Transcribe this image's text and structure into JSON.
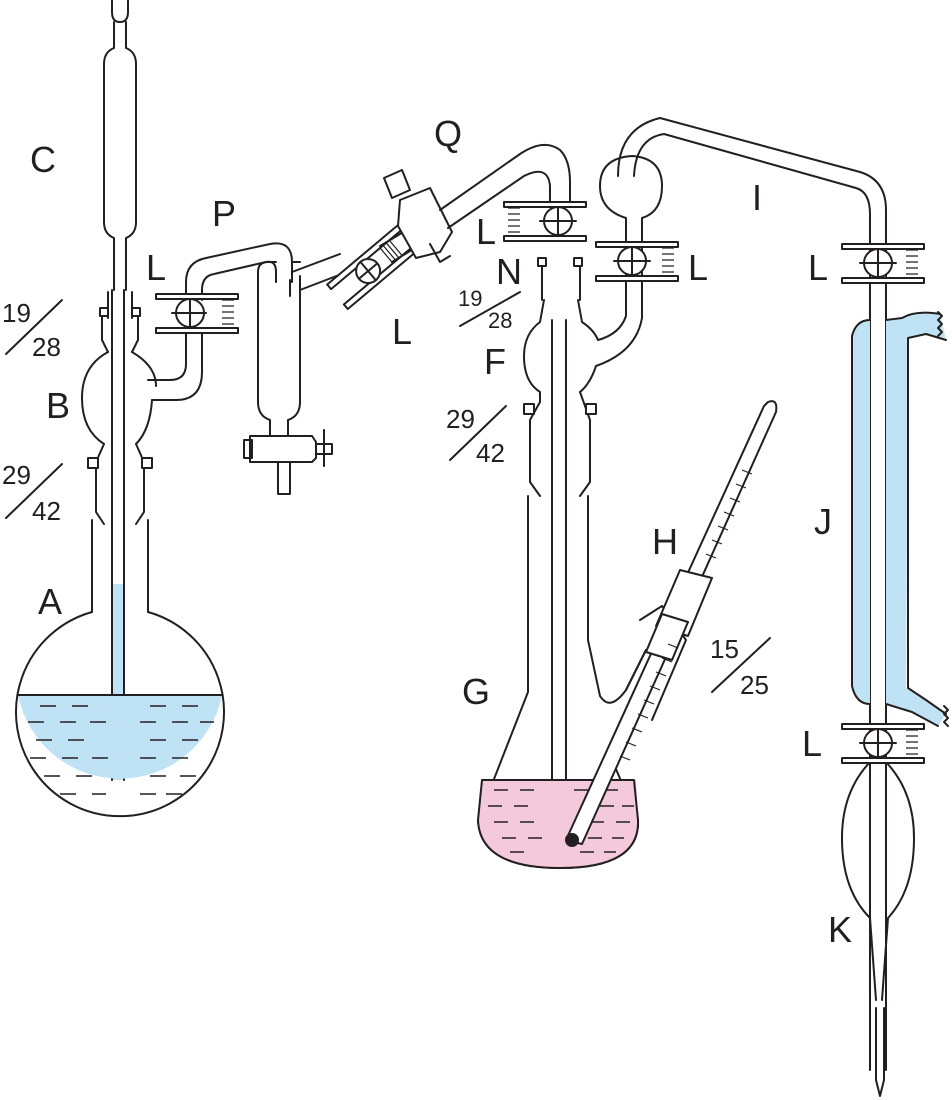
{
  "labels": {
    "A": "A",
    "B": "B",
    "C": "C",
    "F": "F",
    "G": "G",
    "H": "H",
    "I": "I",
    "J": "J",
    "K": "K",
    "N": "N",
    "P": "P",
    "Q": "Q",
    "L": "L"
  },
  "joints": [
    {
      "top": "19",
      "bottom": "28"
    },
    {
      "top": "29",
      "bottom": "42"
    },
    {
      "top": "19",
      "bottom": "28"
    },
    {
      "top": "29",
      "bottom": "42"
    },
    {
      "top": "15",
      "bottom": "25"
    }
  ],
  "colors": {
    "glass_outline": "#231f20",
    "liquid_blue": "#bfe3f5",
    "liquid_pink": "#f4c9dc",
    "condenser_jacket": "#bfe3f5"
  }
}
